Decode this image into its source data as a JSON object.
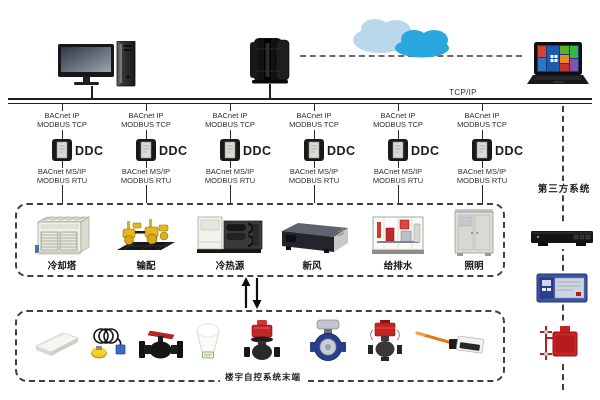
{
  "network": {
    "tcp_ip_label": "TCP/IP",
    "third_party_label": "第三方系统"
  },
  "columns": [
    {
      "ip": "BACnet IP",
      "tcp": "MODBUS TCP",
      "ddc": "DDC",
      "ms": "BACnet MS/IP",
      "rtu": "MODBUS RTU"
    },
    {
      "ip": "BACnet IP",
      "tcp": "MODBUS TCP",
      "ddc": "DDC",
      "ms": "BACnet MS/IP",
      "rtu": "MODBUS RTU"
    },
    {
      "ip": "BACnet IP",
      "tcp": "MODBUS TCP",
      "ddc": "DDC",
      "ms": "BACnet MS/IP",
      "rtu": "MODBUS RTU"
    },
    {
      "ip": "BACnet IP",
      "tcp": "MODBUS TCP",
      "ddc": "DDC",
      "ms": "BACnet MS/IP",
      "rtu": "MODBUS RTU"
    },
    {
      "ip": "BACnet IP",
      "tcp": "MODBUS TCP",
      "ddc": "DDC",
      "ms": "BACnet MS/IP",
      "rtu": "MODBUS RTU"
    },
    {
      "ip": "BACnet IP",
      "tcp": "MODBUS TCP",
      "ddc": "DDC",
      "ms": "BACnet MS/IP",
      "rtu": "MODBUS RTU"
    }
  ],
  "plant": {
    "items": [
      {
        "label": "冷却塔",
        "device": "cooling-tower"
      },
      {
        "label": "输配",
        "device": "distribution-pumps"
      },
      {
        "label": "冷热源",
        "device": "chiller-plant"
      },
      {
        "label": "新风",
        "device": "fresh-air-unit"
      },
      {
        "label": "给排水",
        "device": "water-supply-drainage"
      },
      {
        "label": "照明",
        "device": "lighting-cabinet"
      }
    ]
  },
  "terminal": {
    "label": "楼宇自控系统末端",
    "devices": [
      "controller-panel",
      "float-level-switch",
      "lever-valve",
      "led-bulb",
      "actuator-valve",
      "butterfly-valve",
      "control-valve",
      "temperature-sensor"
    ]
  },
  "top_devices": [
    "management-workstation",
    "server",
    "cloud",
    "laptop"
  ],
  "third_party_devices": [
    "media-gateway",
    "control-panel",
    "fire-alarm-device"
  ],
  "colors": {
    "cloud_light": "#b9d8ec",
    "cloud_dark": "#2aa7df",
    "pump_yellow": "#e7b71e",
    "valve_blue": "#2b3f8e",
    "panel_blue": "#3d53a8",
    "alarm_red": "#cc2424",
    "line_dark": "#2b2b2b"
  }
}
